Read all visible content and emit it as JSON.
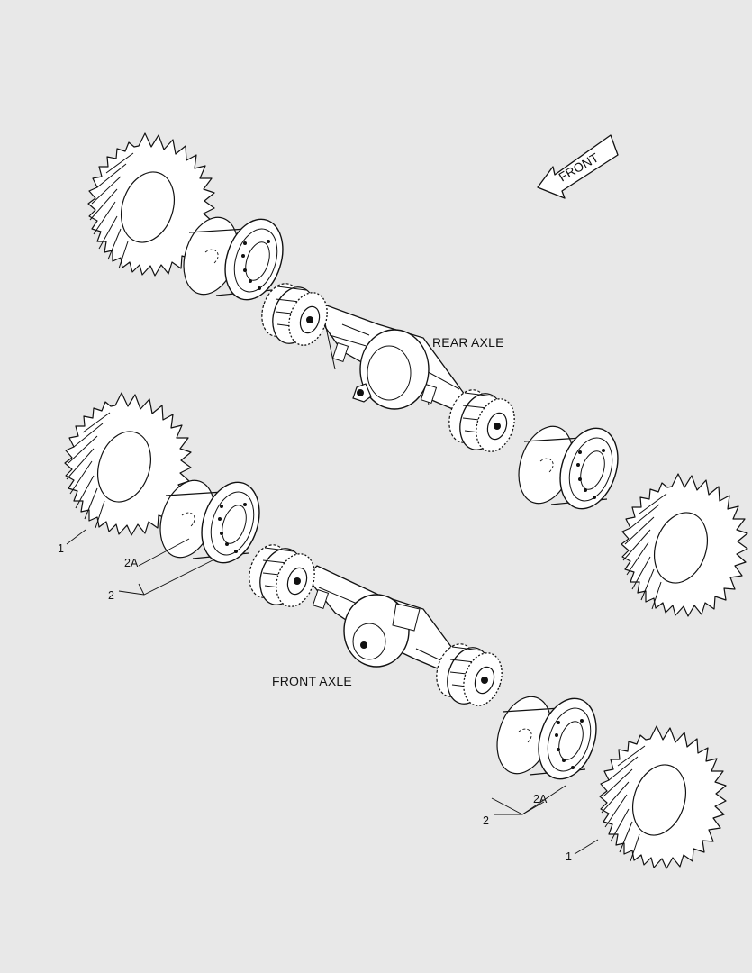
{
  "front_indicator": {
    "label": "FRONT"
  },
  "assemblies": {
    "rear": {
      "label": "REAR AXLE"
    },
    "front": {
      "label": "FRONT AXLE"
    }
  },
  "callouts": {
    "tire": "1",
    "wheel": "2",
    "rim": "2A"
  },
  "colors": {
    "background": "#e8e8e8",
    "line": "#111111",
    "part_fill": "#ffffff"
  }
}
